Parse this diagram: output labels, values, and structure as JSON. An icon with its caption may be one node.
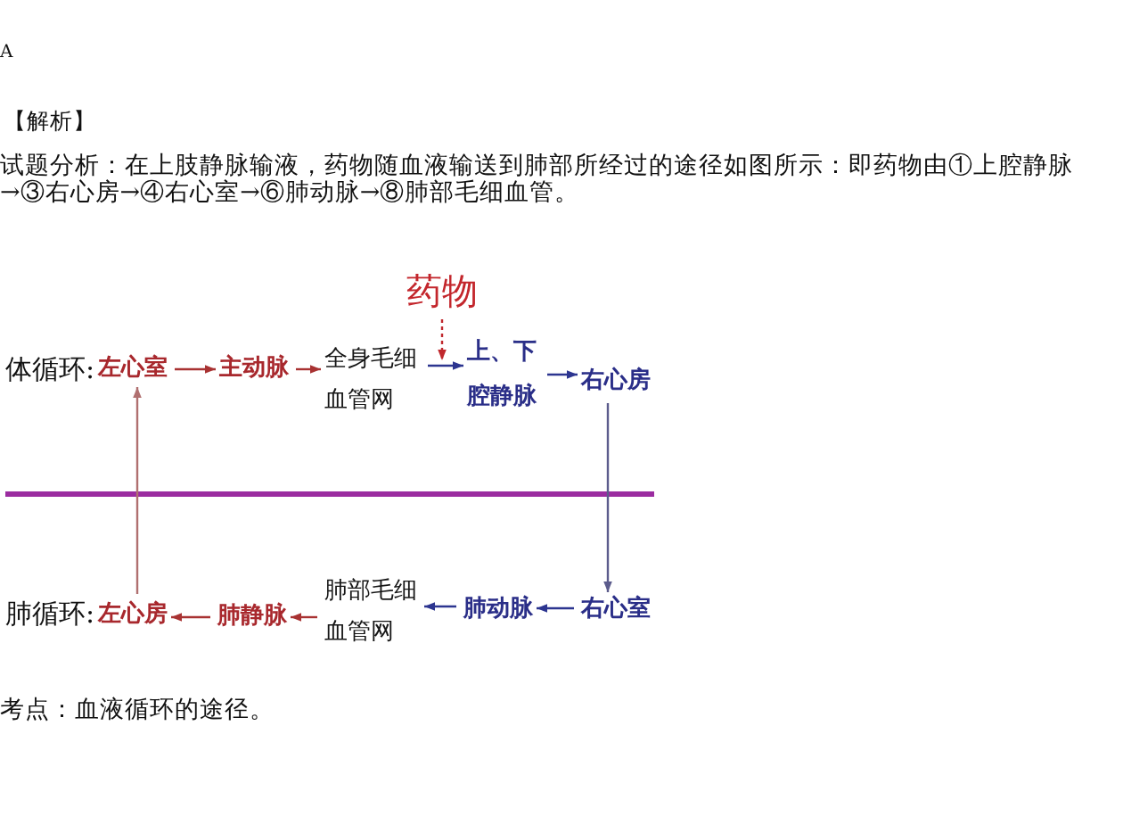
{
  "diagram": {
    "nodes": [
      {
        "text": [
          "药物"
        ]
      },
      {
        "text": [
          "左心室"
        ]
      },
      {
        "text": [
          "主动脉"
        ]
      },
      {
        "text": [
          "全身毛细血管网"
        ]
      },
      {
        "text": [
          "上、下腔静脉"
        ]
      },
      {
        "text": [
          "右心房"
        ]
      },
      {
        "text": [
          "左心房"
        ]
      },
      {
        "text": [
          "肺静脉"
        ]
      },
      {
        "text": [
          "肺部毛细血管网"
        ]
      },
      {
        "text": [
          "肺动脉"
        ]
      },
      {
        "text": [
          "右心室"
        ]
      }
    ],
    "edges": [
      {
        "from": 1,
        "to": 2,
        "arrow": "to",
        "color": "#a83232"
      },
      {
        "from": 2,
        "to": 3,
        "arrow": "to",
        "color": "#a83232"
      },
      {
        "from": 3,
        "to": 4,
        "arrow": "to",
        "color": "#2c3590"
      },
      {
        "from": 4,
        "to": 5,
        "arrow": "to",
        "color": "#2c3590"
      },
      {
        "from": 5,
        "to": 10,
        "arrow": "to",
        "color": "#5c5c8c"
      },
      {
        "from": 10,
        "to": 9,
        "arrow": "to",
        "color": "#2c3590"
      },
      {
        "from": 9,
        "to": 8,
        "arrow": "to",
        "color": "#2c3590"
      },
      {
        "from": 8,
        "to": 7,
        "arrow": "to",
        "color": "#a83232"
      },
      {
        "from": 7,
        "to": 6,
        "arrow": "to",
        "color": "#a83232"
      },
      {
        "from": 6,
        "to": 1,
        "arrow": "to",
        "color": "#b07070"
      },
      {
        "from": 0,
        "to": 4,
        "arrow": "to",
        "style": "dashed",
        "color": "#c0282d"
      }
    ],
    "labels": [
      "A",
      "【解析】",
      "试题分析：在上肢静脉输液，药物随血液输送到肺部所经过的途径如图所示：即药物由①上腔静脉→③右心房→④右心室→⑥肺动脉→⑧肺部毛细血管。",
      "体循环:",
      "肺循环:",
      "考点：血液循环的途径。"
    ]
  }
}
